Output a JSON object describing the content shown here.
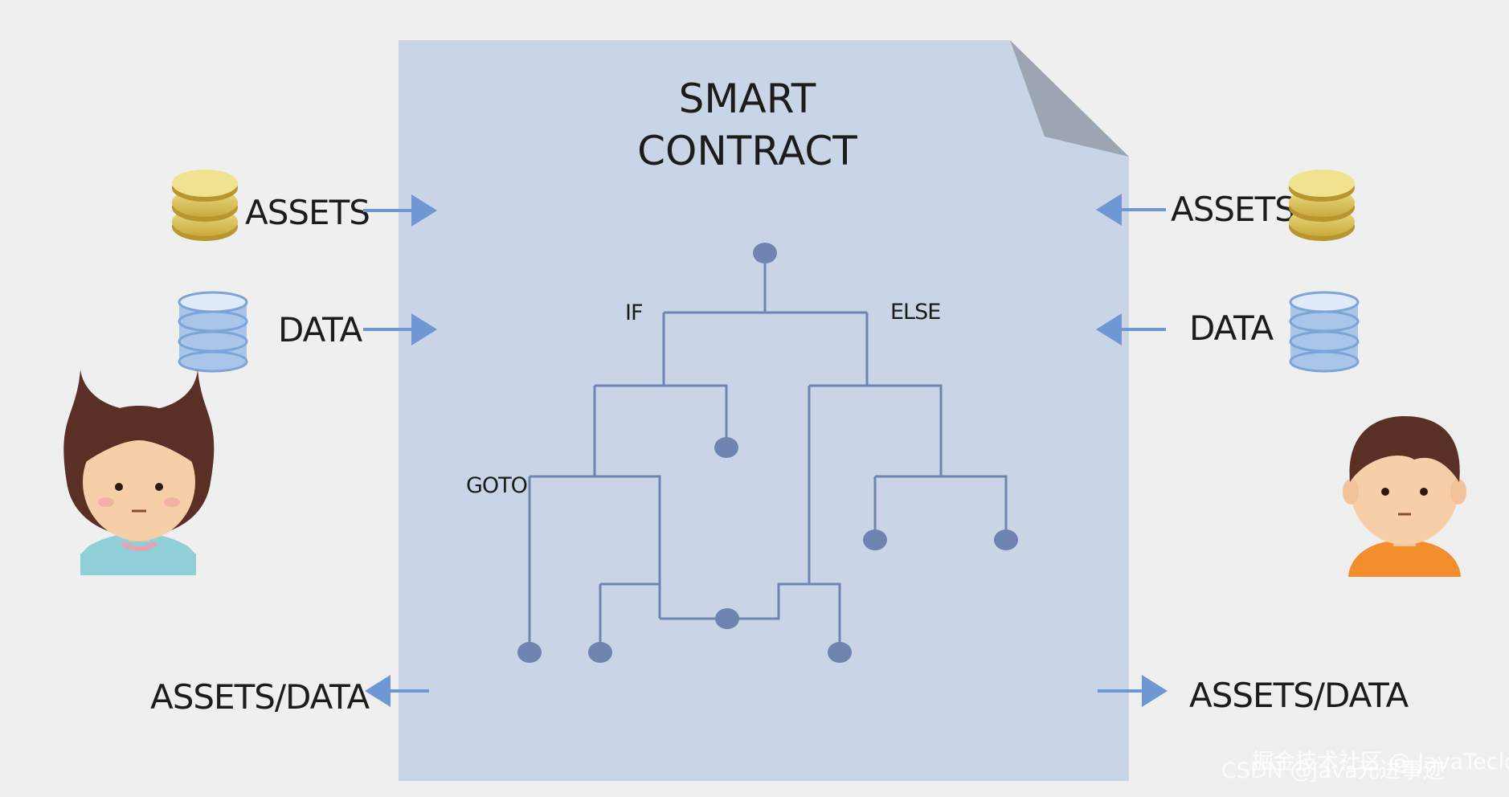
{
  "title": {
    "line1": "SMART",
    "line2": "CONTRACT"
  },
  "left": {
    "assets_label": "ASSETS",
    "data_label": "DATA",
    "output_label": "ASSETS/DATA"
  },
  "right": {
    "assets_label": "ASSETS",
    "data_label": "DATA",
    "output_label": "ASSETS/DATA"
  },
  "branches": {
    "if": "IF",
    "else": "ELSE",
    "goto": "GOTO"
  },
  "watermark": "掘金技术社区 @ JavaTeclo",
  "watermark_under": "CSDN @Java元进事迹",
  "colors": {
    "background": "#efefef",
    "document": "#c9d5e6",
    "document_fold": "#9ea5b2",
    "wire": "#6f84b0",
    "arrow": "#6f97d3",
    "coin": "#d8c05a",
    "database": "#a9c6ea"
  },
  "icons": [
    "coins-icon",
    "database-icon",
    "woman-avatar-icon",
    "man-avatar-icon",
    "arrow-right-icon",
    "arrow-left-icon"
  ]
}
